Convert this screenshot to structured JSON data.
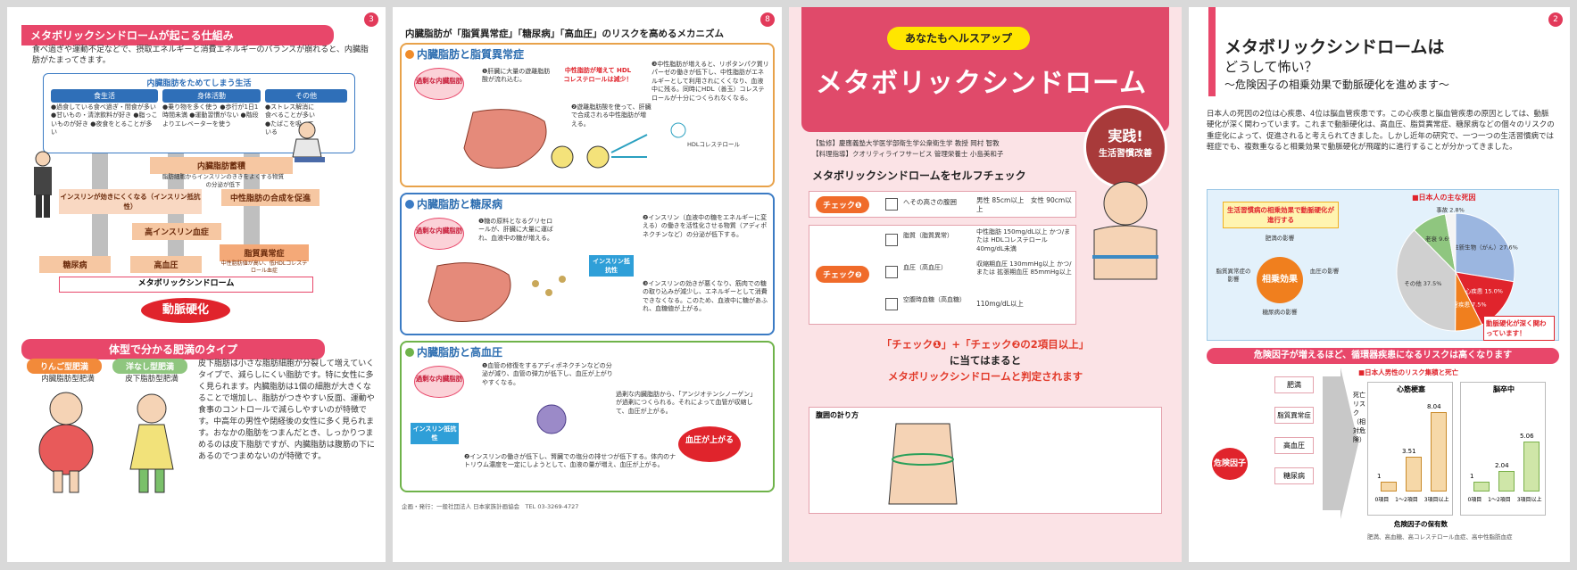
{
  "page3": {
    "num": "3",
    "title": "メタボリックシンドロームが起こる仕組み",
    "intro": "食べ過ぎや運動不足などで、摂取エネルギーと消費エネルギーのバランスが崩れると、内臓脂肪がたまってきます。",
    "life_title": "内臓脂肪をためてしまう生活",
    "cols": [
      {
        "head": "食生活",
        "text": "●過食している食べ過ぎ・間食が多い ●甘いもの・清涼飲料が好き ●脂っこいものが好き ●夜食をとることが多い"
      },
      {
        "head": "身体活動",
        "text": "●乗り物を多く使う ●歩行が1日1時間未満 ●運動習慣がない ●階段よりエレベーターを使う"
      },
      {
        "head": "その他",
        "text": "●ストレス解消に食べることが多い ●たばこを吸っている"
      }
    ],
    "visceral": "内臓脂肪蓄積",
    "visceral_sub": "脂肪細胞からインスリンのききをよくする物質の分泌が低下",
    "insulin_res": "インスリンが効きにくくなる（インスリン抵抗性）",
    "neutral_fat": "中性脂肪の合成を促進",
    "hyper_ins": "高インスリン血症",
    "diabetes": "糖尿病",
    "hypertension": "高血圧",
    "dyslipidemia": "脂質異常症",
    "dyslipidemia_sub": "中性脂肪値が高い、低HDLコレステロール血症",
    "metabo": "メタボリックシンドローム",
    "arterio": "動脈硬化",
    "types_title": "体型で分かる肥満のタイプ",
    "apple": "りんご型肥満",
    "apple_sub": "内臓脂肪型肥満",
    "pear": "洋なし型肥満",
    "pear_sub": "皮下脂肪型肥満",
    "types_text": "皮下脂肪は小さな脂肪細胞が分裂して増えていくタイプで、減らしにくい脂肪です。特に女性に多く見られます。内臓脂肪は1個の細胞が大きくなることで増加し、脂肪がつきやすい反面、運動や食事のコントロールで減らしやすいのが特徴です。中高年の男性や閉経後の女性に多く見られます。おなかの脂肪をつまんだとき、しっかりつまめるのは皮下脂肪ですが、内臓脂肪は腹筋の下にあるのでつまめないのが特徴です。"
  },
  "page8": {
    "num": "8",
    "heading": "内臓脂肪が「脂質異常症」「糖尿病」「高血圧」のリスクを高めるメカニズム",
    "sec1": "内臓脂肪と脂質異常症",
    "sec1_t1": "❶肝臓に大量の遊離脂肪酸が流れ込む。",
    "sec1_t2": "❷遊離脂肪酸を使って、肝臓で合成される中性脂肪が増える。",
    "sec1_t3": "❸中性脂肪が増えると、リポタンパク質リパーゼの働きが低下し、中性脂肪がエネルギーとして利用されにくくなり、血液中に残る。同時にHDL（善玉）コレステロールが十分につくられなくなる。",
    "sec1_label": "過剰な内臓脂肪",
    "sec1_red": "中性脂肪が増えて HDLコレステロールは減少！",
    "sec1_hdl": "HDLコレステロール",
    "sec2": "内臓脂肪と糖尿病",
    "sec2_t1": "❶糖の原料となるグリセロールが、肝臓に大量に運ばれ、血液中の糖が増える。",
    "sec2_t2": "❷インスリン（血液中の糖をエネルギーに変える）の働きを活性化させる物質（アディポネクチンなど）の分泌が低下する。",
    "sec2_t3": "❸インスリンの効きが悪くなり、筋肉での糖の取り込みが減少し、エネルギーとして消費できなくなる。このため、血液中に糖があふれ、血糖値が上がる。",
    "sec2_res": "インスリン抵抗性",
    "sec3": "内臓脂肪と高血圧",
    "sec3_t1": "❶血管の修復をするアディポネクチンなどの分泌が減り、血管の弾力が低下し、血圧が上がりやすくなる。",
    "sec3_t2": "過剰な内臓脂肪から、「アンジオテンシノーゲン」が過剰につくられる。それによって血管が収縮して、血圧が上がる。",
    "sec3_t3": "❷インスリンの働きが低下し、腎臓での塩分の排せつが低下する。体内のナトリウム濃度を一定にしようとして、血液の量が増え、血圧が上がる。",
    "sec3_bp": "血圧が上がる",
    "footer": "企画・発行：一般社団法人 日本家族計画協会　TEL 03-3269-4727"
  },
  "cover": {
    "badge": "あなたもヘルスアップ",
    "title": "メタボリックシンドローム",
    "seal1": "実践!",
    "seal2": "生活習慣改善",
    "supervisor": "【監修】慶應義塾大学医学部衛生学公衆衛生学 教授 岡村 智教",
    "author": "【料理指導】クオリティライフサービス 管理栄養士 小島美和子",
    "check_title": "メタボリックシンドロームをセルフチェック",
    "check1": "チェック❶",
    "check1_item": "へその高さの腹囲",
    "check1_val": "男性 85cm以上　女性 90cm以上",
    "check2": "チェック❷",
    "c2_items": [
      {
        "name": "脂質（脂質異常）",
        "val": "中性脂肪 150mg/dL以上 かつ/または HDLコレステロール 40mg/dL未満"
      },
      {
        "name": "血圧（高血圧）",
        "val": "収縮期血圧 130mmHg以上 かつ/または 拡張期血圧 85mmHg以上"
      },
      {
        "name": "空腹時血糖（高血糖）",
        "val": "110mg/dL以上"
      }
    ],
    "rule1": "「チェック❶」+「チェック❷の2項目以上」",
    "rule2": "に当てはまると",
    "rule3": "メタボリックシンドロームと判定されます",
    "measure": "腹囲の計り方"
  },
  "page2": {
    "num": "2",
    "title1": "メタボリックシンドロームは",
    "title2": "どうして怖い？",
    "title3": "〜危険因子の相乗効果で動脈硬化を進めます〜",
    "body": "日本人の死因の2位は心疾患、4位は脳血管疾患です。この心疾患と脳血管疾患の原因としては、動脈硬化が深く関わっています。これまで動脈硬化は、高血圧、脂質異常症、糖尿病などの個々のリスクの重症化によって、促進されると考えられてきました。しかし近年の研究で、一つ一つの生活習慣病では軽症でも、複数重なると相乗効果で動脈硬化が飛躍的に進行することが分かってきました。",
    "pie_title": "■日本人の主な死因",
    "synergy_title": "生活習慣病の相乗効果で動脈硬化が進行する",
    "synergy": "相乗効果",
    "synergy_items": [
      "肥満の影響",
      "血圧の影響",
      "糖尿病の影響",
      "脂質異常症の影響"
    ],
    "pie": [
      {
        "label": "悪性新生物（がん）",
        "value": 27.6,
        "color": "#9bb6e0"
      },
      {
        "label": "心疾患",
        "value": 15.0,
        "color": "#e0242c"
      },
      {
        "label": "脳血管疾患",
        "value": 7.5,
        "color": "#f07f1e"
      },
      {
        "label": "その他",
        "value": 37.5,
        "color": "#d0d0d0"
      },
      {
        "label": "老衰",
        "value": 9.6,
        "color": "#8fc67f"
      },
      {
        "label": "事故",
        "value": 2.8,
        "color": "#f4f4f4"
      }
    ],
    "pie_labels": [
      "悪性新生物（がん）27.6%",
      "心疾患 15.0%",
      "脳血管疾患 7.5%",
      "その他 37.5%",
      "老衰 9.6%",
      "事故 2.8%"
    ],
    "callout": "動脈硬化が深く関わっています！",
    "risk_title": "危険因子が増えるほど、循環器疾患になるリスクは高くなります",
    "risk_factor": "危険因子",
    "risk_items": [
      "肥満",
      "脂質異常症",
      "高血圧",
      "糖尿病"
    ],
    "chart_title": "■日本人男性のリスク集積と死亡",
    "ylabel": "死亡リスク（相対危険）",
    "xcap": "危険因子の保有数",
    "source": "肥満、高血糖、高コレステロール血症、高中性脂肪血症"
  },
  "chart_data": [
    {
      "type": "bar",
      "title": "心筋梗塞",
      "categories": [
        "0項目",
        "1〜2項目",
        "3項目以上"
      ],
      "values": [
        1,
        3.51,
        8.04
      ],
      "ylabel": "死亡リスク（相対危険）",
      "xlabel": "危険因子の保有数"
    },
    {
      "type": "bar",
      "title": "脳卒中",
      "categories": [
        "0項目",
        "1〜2項目",
        "3項目以上"
      ],
      "values": [
        1,
        2.04,
        5.06
      ],
      "ylabel": "死亡リスク（相対危険）",
      "xlabel": "危険因子の保有数"
    },
    {
      "type": "pie",
      "title": "日本人の主な死因",
      "categories": [
        "悪性新生物（がん）",
        "心疾患",
        "脳血管疾患",
        "その他",
        "老衰",
        "事故"
      ],
      "values": [
        27.6,
        15.0,
        7.5,
        37.5,
        9.6,
        2.8
      ]
    }
  ],
  "colors": {
    "pink": "#e8476a",
    "blue": "#2f6fb8",
    "orange": "#f08c2a",
    "red": "#e0242c"
  }
}
